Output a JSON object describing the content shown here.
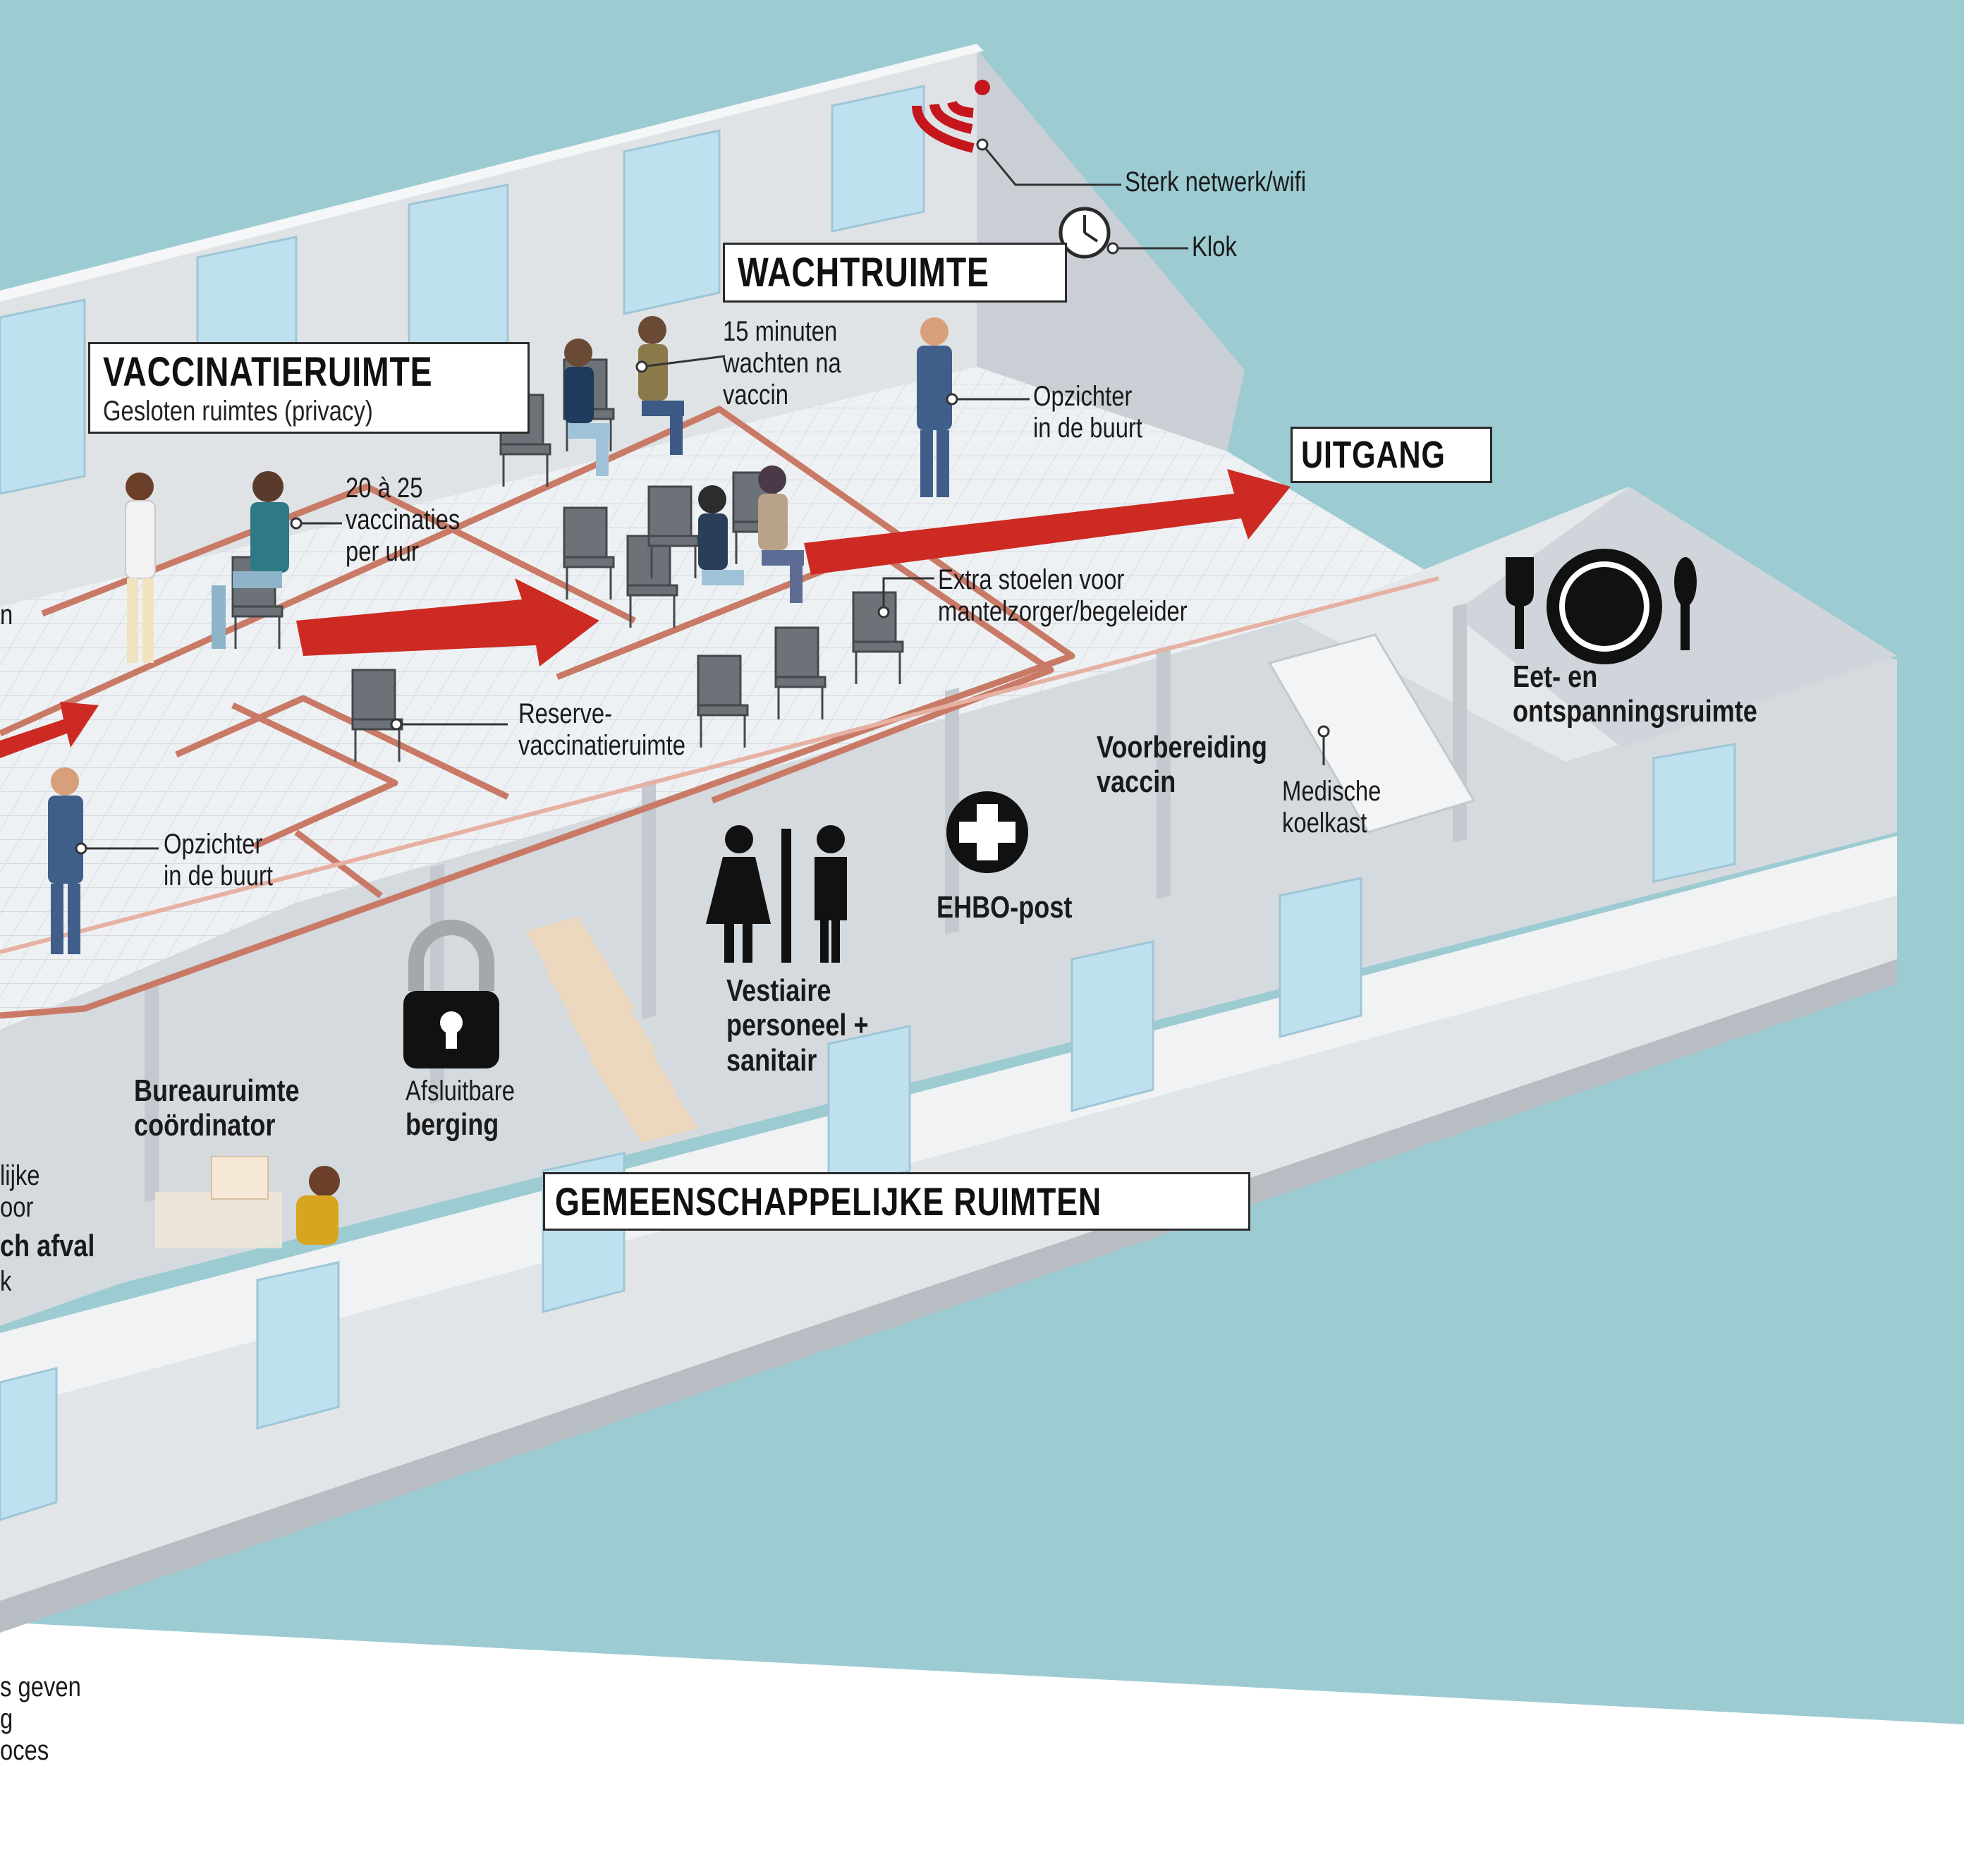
{
  "colors": {
    "background_water": "#9ccbd2",
    "floor": "#e9ecef",
    "wall": "#d8dde1",
    "path_red": "#cc2a23",
    "zone_outline": "#c97a66",
    "window": "#bfe0ef",
    "wifi_red": "#c4161c"
  },
  "labels": {
    "wifi": "Sterk netwerk/wifi",
    "clock": "Klok",
    "wachtruimte_title": "WACHTRUIMTE",
    "waiting_note": [
      "15 minuten",
      "wachten na",
      "vaccin"
    ],
    "vaccinatieruimte_title": "VACCINATIERUIMTE",
    "vaccinatieruimte_sub": "Gesloten ruimtes (privacy)",
    "rate_note": [
      "20 à 25",
      "vaccinaties",
      "per uur"
    ],
    "supervisor_top": [
      "Opzichter",
      "in de buurt"
    ],
    "supervisor_bottom": [
      "Opzichter",
      "in de buurt"
    ],
    "uitgang": "UITGANG",
    "extra_chairs": [
      "Extra stoelen voor",
      "mantelzorger/begeleider"
    ],
    "reserve": [
      "Reserve-",
      "vaccinatieruimte"
    ],
    "eat": [
      "Eet- en",
      "ontspanningsruimte"
    ],
    "preparation": [
      "Voorbereiding",
      "vaccin"
    ],
    "fridge": [
      "Medische",
      "koelkast"
    ],
    "first_aid": "EHBO-post",
    "cloakroom": [
      "Vestiaire",
      "personeel +",
      "sanitair"
    ],
    "storage_light": "Afsluitbare",
    "storage_bold": "berging",
    "office": [
      "Bureauruimte",
      "coördinator"
    ],
    "common": "GEMEENSCHAPPELIJKE RUIMTEN",
    "cut_left_1": [
      "lijke",
      "oor"
    ],
    "cut_left_bold": "ch afval",
    "cut_left_2": "k",
    "cut_bottom": [
      "s geven",
      "g",
      "oces"
    ],
    "cut_floor": "n"
  },
  "icons": [
    "wifi-icon",
    "clock-icon",
    "cutlery-icon",
    "first-aid-icon",
    "toilet-icon",
    "padlock-icon"
  ]
}
